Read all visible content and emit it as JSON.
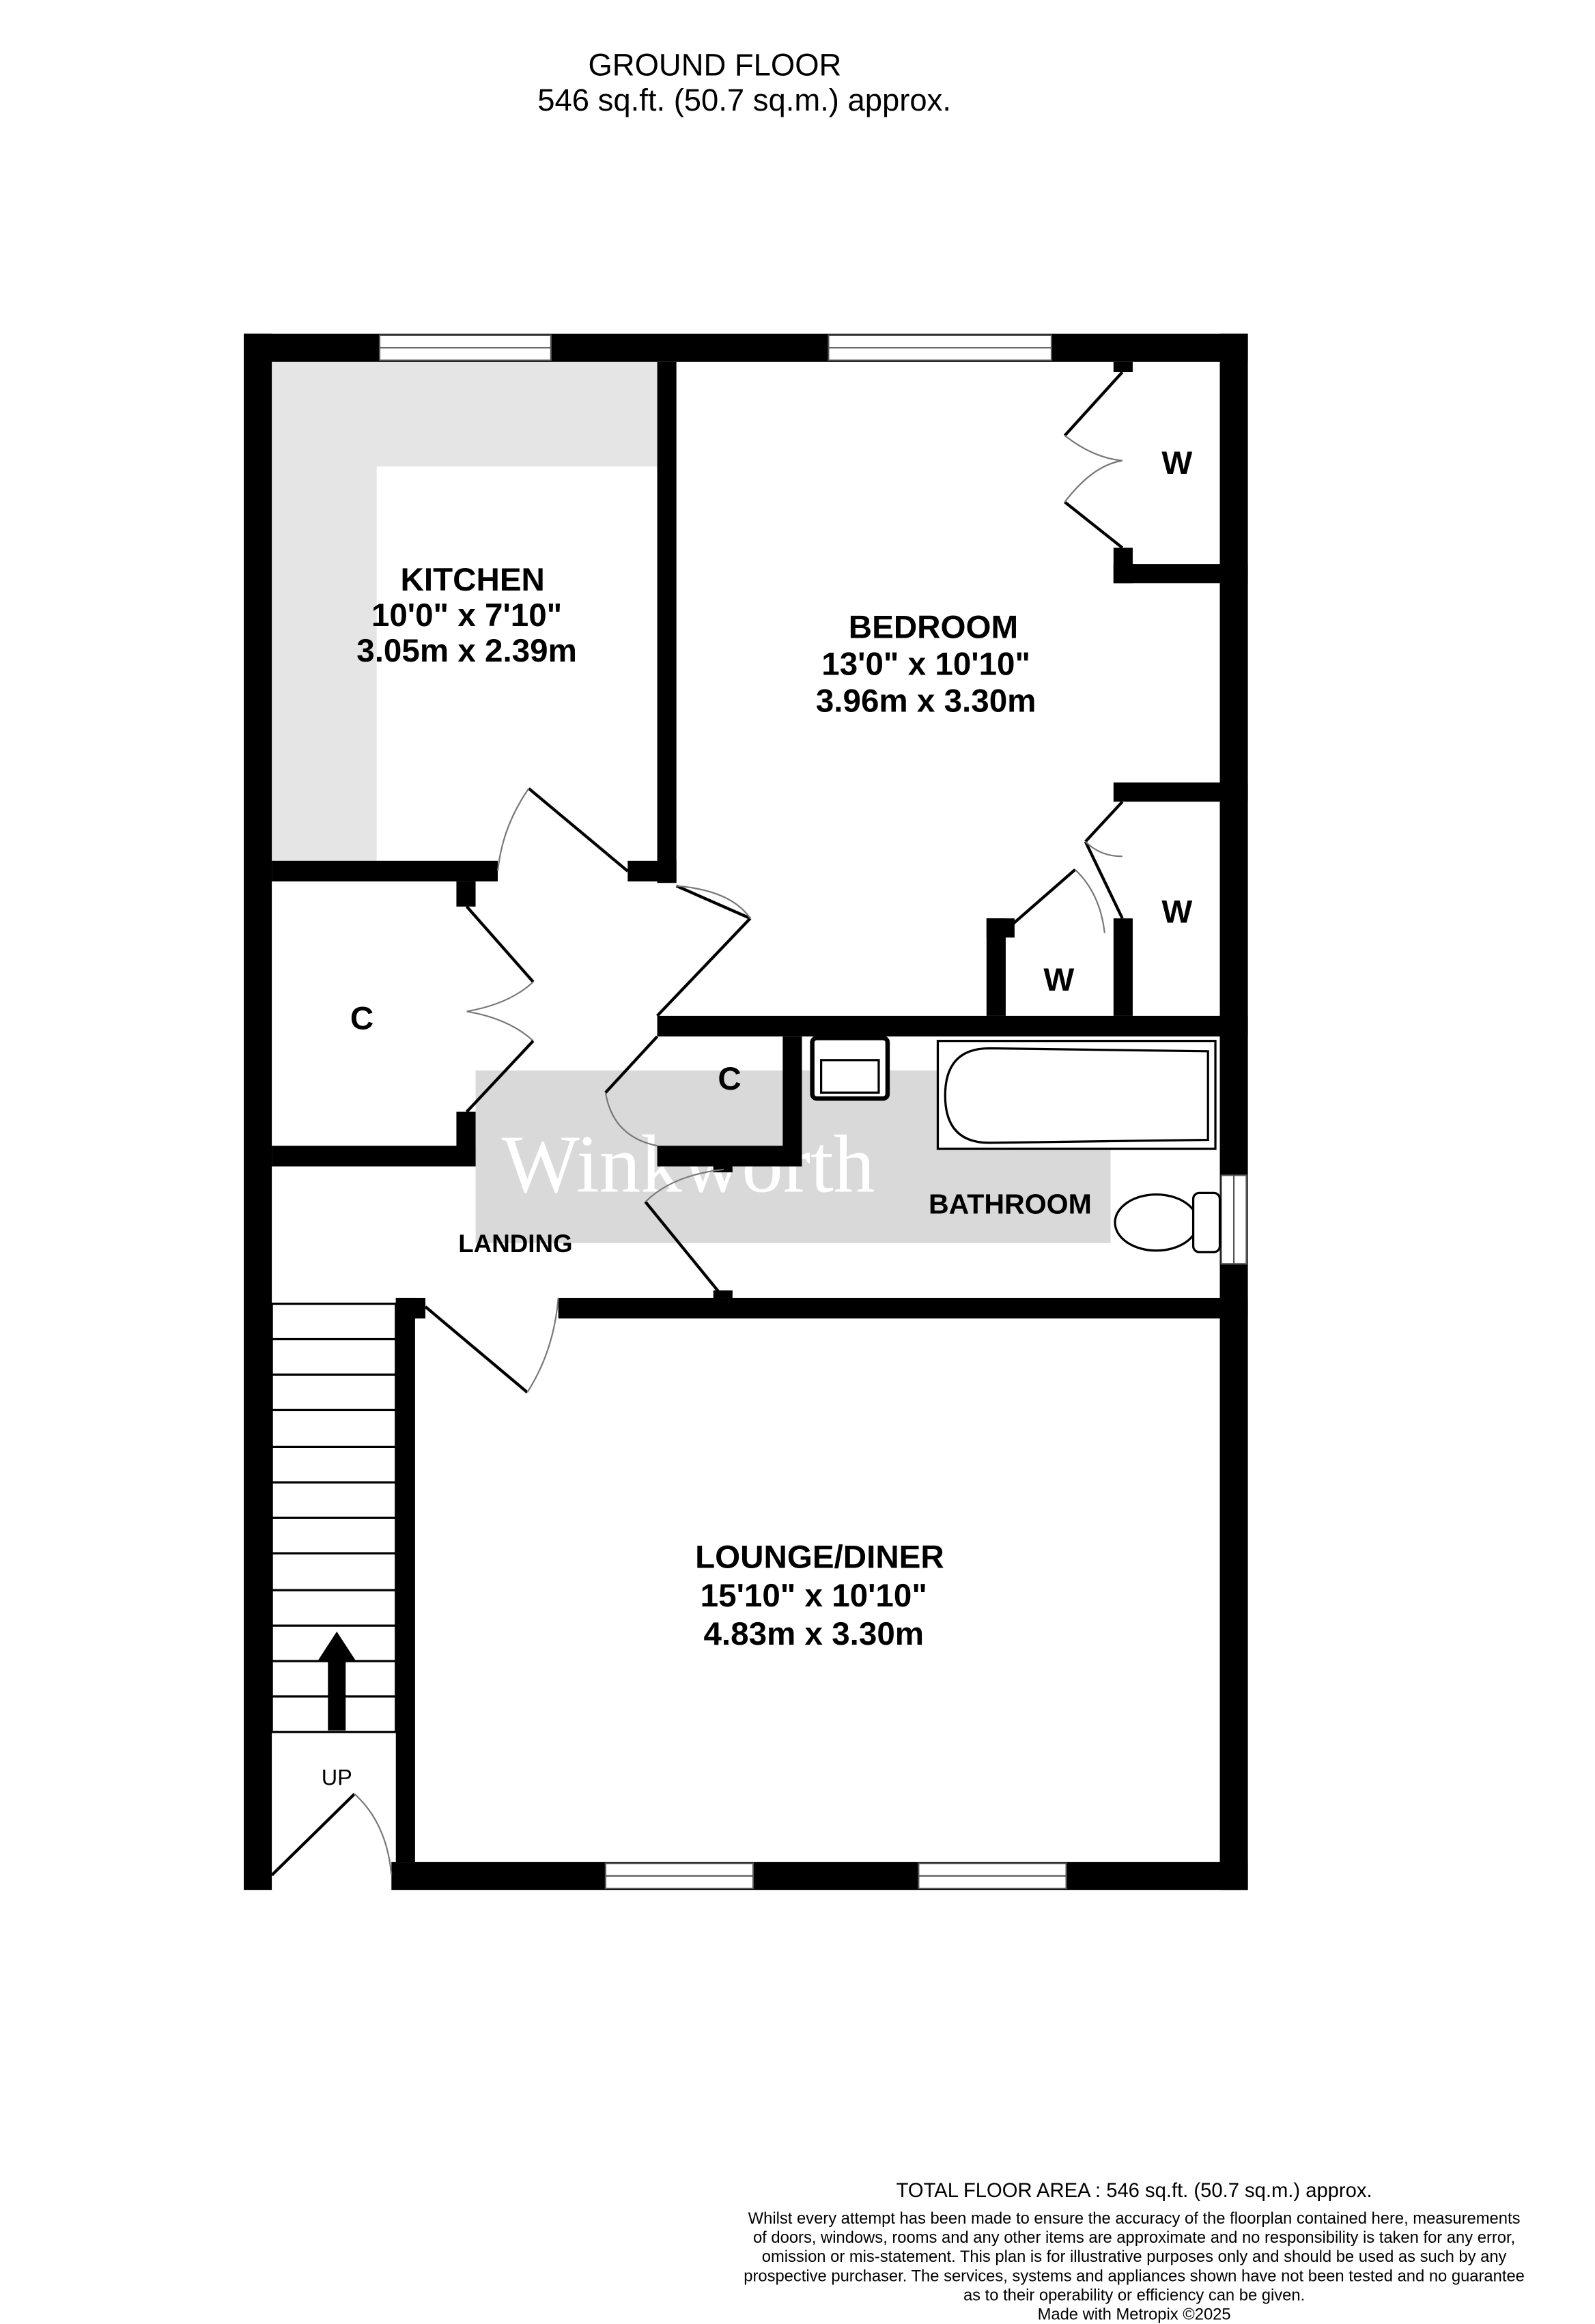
{
  "header": {
    "floor": "GROUND FLOOR",
    "area": "546 sq.ft. (50.7 sq.m.) approx."
  },
  "rooms": {
    "kitchen": {
      "name": "KITCHEN",
      "imperial": "10'0\"  x 7'10\"",
      "metric": "3.05m  x 2.39m"
    },
    "bedroom": {
      "name": "BEDROOM",
      "imperial": "13'0\"  x 10'10\"",
      "metric": "3.96m  x 3.30m"
    },
    "lounge": {
      "name": "LOUNGE/DINER",
      "imperial": "15'10\"  x 10'10\"",
      "metric": "4.83m  x 3.30m"
    },
    "bathroom": {
      "name": "BATHROOM"
    },
    "landing": {
      "name": "LANDING"
    },
    "cupboard1": "C",
    "cupboard2": "C",
    "wardrobe1": "W",
    "wardrobe2": "W",
    "wardrobe3": "W",
    "stairs": "UP"
  },
  "watermark": "Winkworth",
  "footer": {
    "total": "TOTAL FLOOR AREA : 546 sq.ft. (50.7 sq.m.) approx.",
    "disclaimer": [
      "Whilst every attempt has been made to ensure the accuracy of the floorplan contained here, measurements",
      "of doors, windows, rooms and any other items are approximate and no responsibility is taken for any error,",
      "omission or mis-statement. This plan is for illustrative purposes only and should be used as such by any",
      "prospective purchaser. The services, systems and appliances shown have not been tested and no guarantee",
      "as to their operability or efficiency can be given."
    ],
    "made_with": "Made with Metropix ©2025"
  }
}
